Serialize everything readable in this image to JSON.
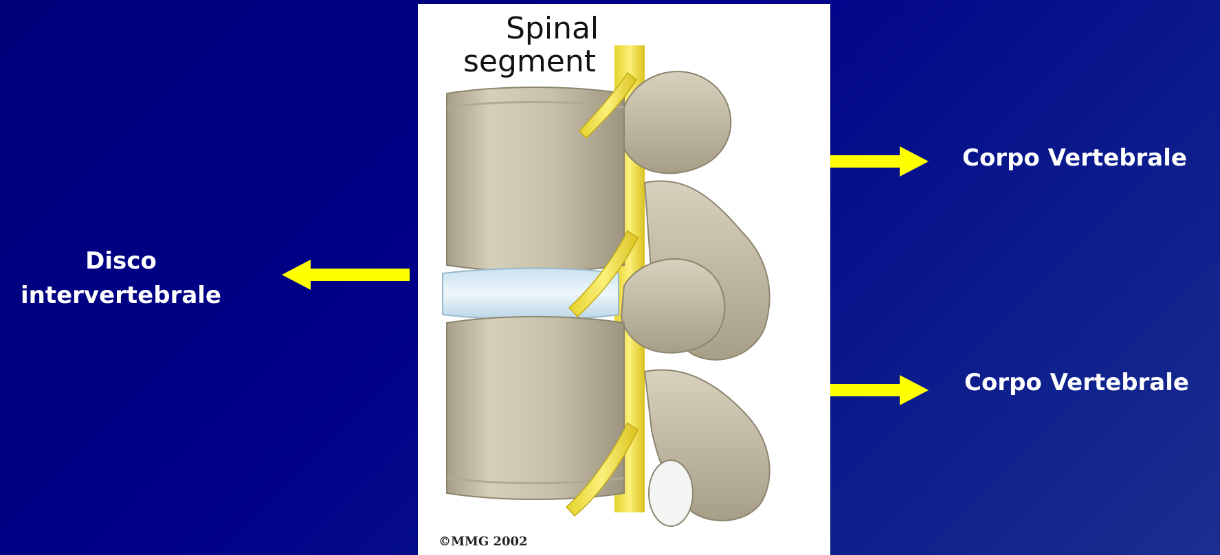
{
  "labels": {
    "disco_line1": "Disco",
    "disco_line2": "intervertebrale",
    "corpo_top": "Corpo Vertebrale",
    "corpo_bottom": "Corpo Vertebrale"
  },
  "illustration": {
    "title_line1": "Spinal",
    "title_line2": "segment",
    "copyright": "©MMG 2002"
  },
  "colors": {
    "background": "#000089",
    "arrow": "#ffff00",
    "bone": "#c9c1ab",
    "disc": "#d9ecf5",
    "nerve": "#f5e84a"
  }
}
